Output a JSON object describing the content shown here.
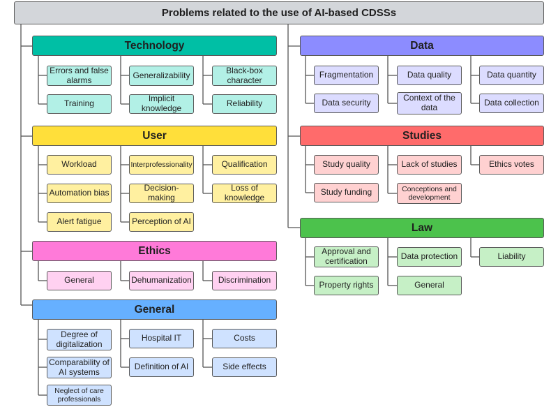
{
  "title": "Problems related to the use of AI-based CDSSs",
  "colors": {
    "title_bg": "#d3d6da",
    "technology": {
      "header": "#00bfa5",
      "leaf": "#b2f0e6"
    },
    "user": {
      "header": "#ffdf3a",
      "leaf": "#fff0a0"
    },
    "ethics": {
      "header": "#ff7ad9",
      "leaf": "#ffd1f1"
    },
    "general": {
      "header": "#66b0ff",
      "leaf": "#cfe2ff"
    },
    "data": {
      "header": "#8c8cff",
      "leaf": "#dcdcff"
    },
    "studies": {
      "header": "#ff6b6b",
      "leaf": "#ffd1d1"
    },
    "law": {
      "header": "#4cc24c",
      "leaf": "#c6f0c6"
    }
  },
  "categories": {
    "technology": {
      "label": "Technology",
      "items": [
        "Errors and false alarms",
        "Generalizability",
        "Black-box character",
        "Training",
        "Implicit knowledge",
        "Reliability"
      ]
    },
    "user": {
      "label": "User",
      "items": [
        "Workload",
        "Interprofessionality",
        "Qualification",
        "Automation bias",
        "Decision-making",
        "Loss of knowledge",
        "Alert fatigue",
        "Perception of AI"
      ]
    },
    "ethics": {
      "label": "Ethics",
      "items": [
        "General",
        "Dehumanization",
        "Discrimination"
      ]
    },
    "general": {
      "label": "General",
      "items": [
        "Degree of digitalization",
        "Hospital IT",
        "Costs",
        "Comparability of AI systems",
        "Definition of AI",
        "Side effects",
        "Neglect of care professionals"
      ]
    },
    "data": {
      "label": "Data",
      "items": [
        "Fragmentation",
        "Data quality",
        "Data quantity",
        "Data security",
        "Context of the data",
        "Data collection"
      ]
    },
    "studies": {
      "label": "Studies",
      "items": [
        "Study quality",
        "Lack of studies",
        "Ethics votes",
        "Study funding",
        "Conceptions and development"
      ]
    },
    "law": {
      "label": "Law",
      "items": [
        "Approval and certification",
        "Data protection",
        "Liability",
        "Property rights",
        "General"
      ]
    }
  }
}
